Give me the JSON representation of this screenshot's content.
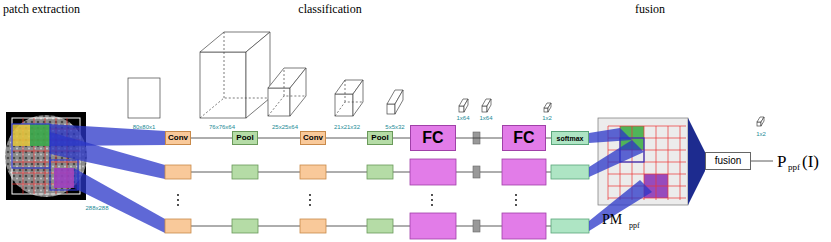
{
  "diagram": {
    "nodes": [
      {
        "text": [
          "Conv"
        ]
      },
      {
        "text": [
          "Pool"
        ]
      },
      {
        "text": [
          "Conv"
        ]
      },
      {
        "text": [
          "Pool"
        ]
      },
      {
        "text": [
          "FC"
        ]
      },
      {
        "text": [
          "FC"
        ]
      },
      {
        "text": [
          "softmax"
        ]
      },
      {
        "text": [
          "fusion"
        ]
      }
    ],
    "edges": [
      {
        "from": 0,
        "to": 1,
        "arrow": "none"
      },
      {
        "from": 1,
        "to": 2,
        "arrow": "none"
      },
      {
        "from": 2,
        "to": 3,
        "arrow": "none"
      },
      {
        "from": 3,
        "to": 4,
        "arrow": "none"
      },
      {
        "from": 4,
        "to": 5,
        "arrow": "none"
      },
      {
        "from": 5,
        "to": 6,
        "arrow": "none"
      }
    ],
    "labels": [
      "patch extraction",
      "classification",
      "fusion",
      "80x80x1",
      "76x76x64",
      "25x25x64",
      "21x21x32",
      "5x5x32",
      "1x64",
      "1x64",
      "1x2",
      "288x288",
      "1x2",
      "PM",
      "ppf",
      "P",
      "ppf",
      "(I)"
    ]
  }
}
